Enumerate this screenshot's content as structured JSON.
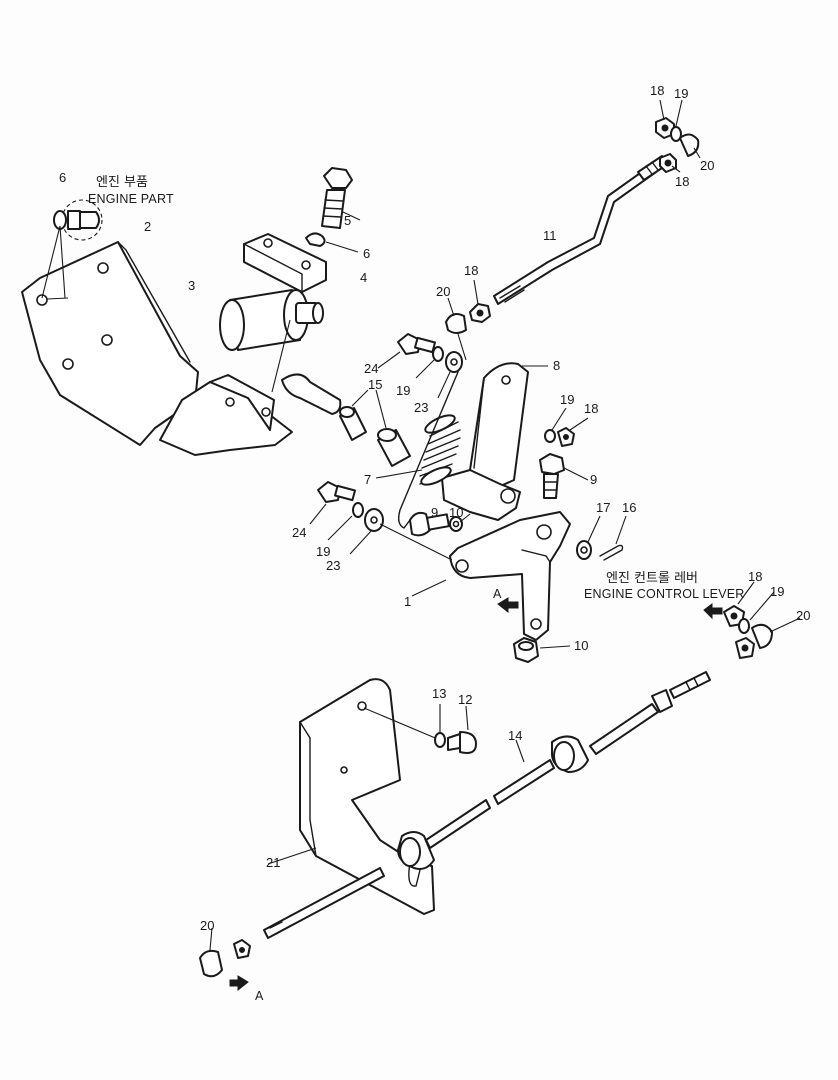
{
  "captions": {
    "engine_part_kr": "엔진 부품",
    "engine_part_en": "ENGINE PART",
    "control_lever_kr": "엔진 컨트롤 레버",
    "control_lever_en": "ENGINE CONTROL LEVER"
  },
  "view_markers": {
    "a_upper": "A",
    "a_lower": "A"
  },
  "callouts": {
    "c6a": "6",
    "c2": "2",
    "c5": "5",
    "c6b": "6",
    "c4": "4",
    "c3": "3",
    "c18a": "18",
    "c19a": "19",
    "c20a": "20",
    "c18b": "18",
    "c11": "11",
    "c18c": "18",
    "c20b": "20",
    "c8": "8",
    "c24a": "24",
    "c19b": "19",
    "c23a": "23",
    "c15": "15",
    "c19c": "19",
    "c18d": "18",
    "c9a": "9",
    "c7": "7",
    "c24b": "24",
    "c19d": "19",
    "c23b": "23",
    "c9b": "9",
    "c10a": "10",
    "c17": "17",
    "c16": "16",
    "c1": "1",
    "c18e": "18",
    "c19e": "19",
    "c20c": "20",
    "c10b": "10",
    "c13": "13",
    "c12": "12",
    "c14": "14",
    "c21": "21",
    "c20d": "20"
  },
  "colors": {
    "line": "#1a1a1a",
    "paper": "#fdfdfd"
  }
}
